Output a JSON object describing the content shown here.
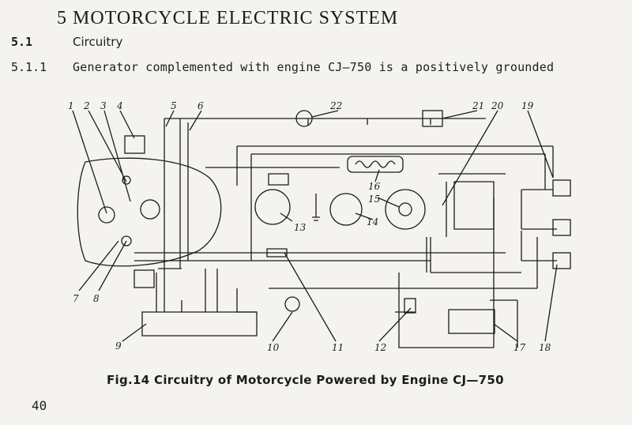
{
  "heading": {
    "chapter_title": "5  MOTORCYCLE ELECTRIC SYSTEM",
    "section_number": "5.1",
    "section_title": "Circuitry",
    "subsection_number": "5.1.1",
    "subsection_text": "Generator complemented with engine CJ—750 is a positively grounded"
  },
  "diagram": {
    "callouts": [
      "1",
      "2",
      "3",
      "4",
      "5",
      "6",
      "7",
      "8",
      "9",
      "10",
      "11",
      "12",
      "13",
      "14",
      "15",
      "16",
      "17",
      "18",
      "19",
      "20",
      "21",
      "22"
    ]
  },
  "caption": "Fig.14  Circuitry of Motorcycle Powered by Engine CJ—750",
  "page_number": "40"
}
